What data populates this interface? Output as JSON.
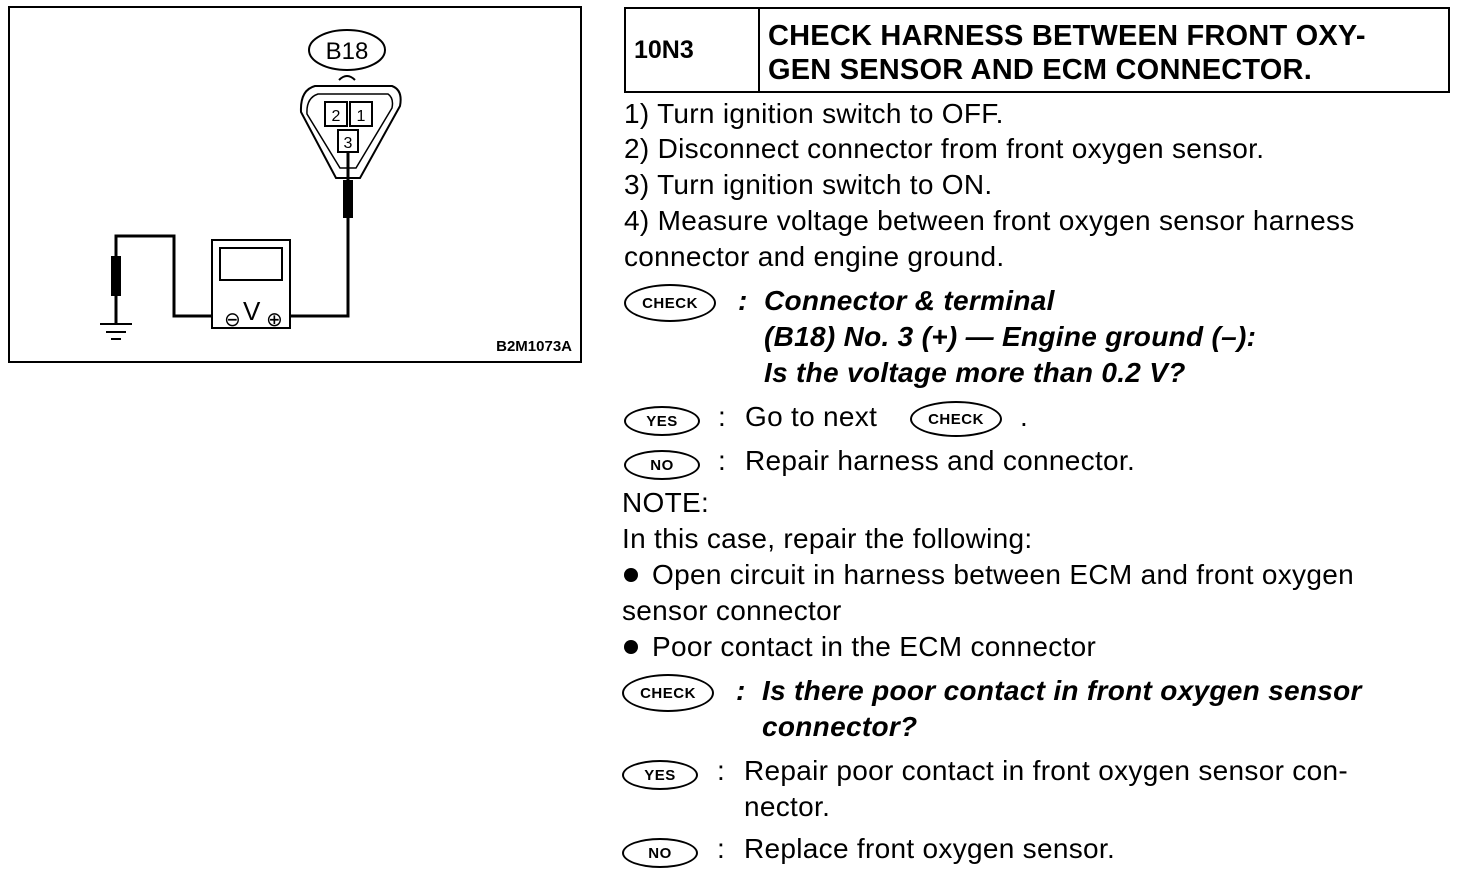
{
  "figure": {
    "connector_label": "B18",
    "pins": [
      "2",
      "1",
      "3"
    ],
    "meter_symbols": {
      "minus": "⊖",
      "v": "V",
      "plus": "⊕"
    },
    "code": "B2M1073A"
  },
  "header": {
    "step": "10N3",
    "title_line1": "CHECK HARNESS BETWEEN FRONT OXY-",
    "title_line2": "GEN SENSOR AND ECM CONNECTOR."
  },
  "steps": [
    "1)  Turn ignition switch to OFF.",
    "2)  Disconnect connector from front oxygen sensor.",
    "3)  Turn ignition switch to ON.",
    "4)  Measure voltage between front oxygen sensor harness",
    "connector and engine ground."
  ],
  "badges": {
    "check": "CHECK",
    "yes": "YES",
    "no": "NO"
  },
  "check1": {
    "colon": ":",
    "line1": "Connector & terminal",
    "line2": "(B18) No. 3 (+) — Engine ground (–):",
    "line3": "Is the voltage more than 0.2 V?"
  },
  "yes1": {
    "colon": ":",
    "text": "Go to next",
    "period": "."
  },
  "no1": {
    "colon": ":",
    "text": "Repair harness and connector."
  },
  "note": {
    "label": "NOTE:",
    "intro": "In this case, repair the following:",
    "bullet1_line1": "Open circuit in harness between ECM and front oxygen",
    "bullet1_line2": "sensor connector",
    "bullet2": "Poor contact in the ECM connector"
  },
  "check2": {
    "colon": ":",
    "line1": "Is there poor contact in front oxygen sensor",
    "line2": "connector?"
  },
  "yes2": {
    "colon": ":",
    "line1": "Repair poor contact in front oxygen sensor con-",
    "line2": "nector."
  },
  "no2": {
    "colon": ":",
    "text": "Replace front oxygen sensor."
  }
}
